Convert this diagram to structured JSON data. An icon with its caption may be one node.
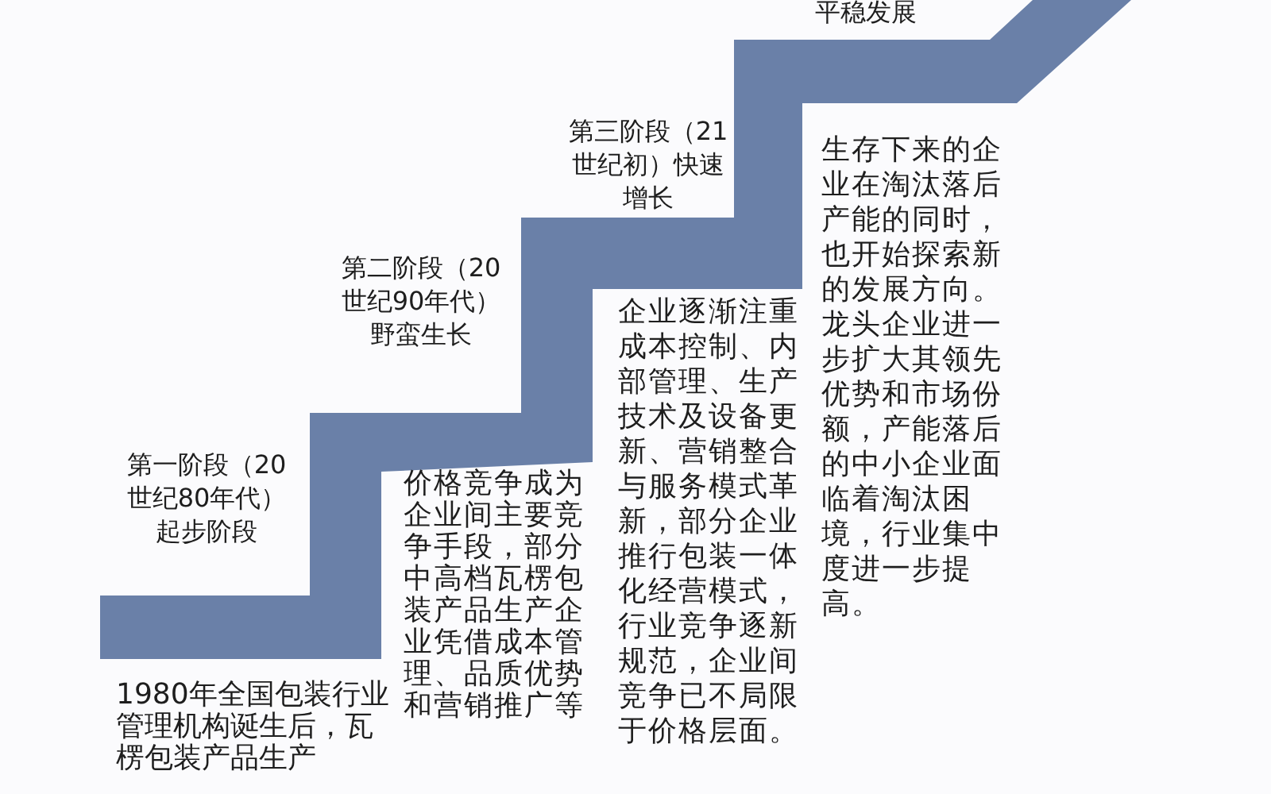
{
  "diagram": {
    "labels": [
      "平稳发展",
      "第三阶段（21世纪初）快速增长",
      "生存下来的企业在淘汰落后产能的同时，也开始探索新的发展方向。龙头企业进一步扩大其领先优势和市场份额，产能落后的中小企业面临着淘汰困境，行业集中度进一步提高。",
      "第二阶段（20世纪90年代）野蛮生长",
      "企业逐渐注重成本控制、内部管理、生产技术及设备更新、营销整合与服务模式革新，部分企业推行包装一体化经营模式，行业竞争逐新规范，企业间竞争已不局限于价格层面。",
      "第一阶段（20世纪80年代）起步阶段",
      "价格竞争成为企业间主要竞争手段，部分中高档瓦楞包装产品生产企业凭借成本管理、品质优势和营销推广等",
      "1980年全国包装行业管理机构诞生后，瓦楞包装产品生产"
    ]
  }
}
